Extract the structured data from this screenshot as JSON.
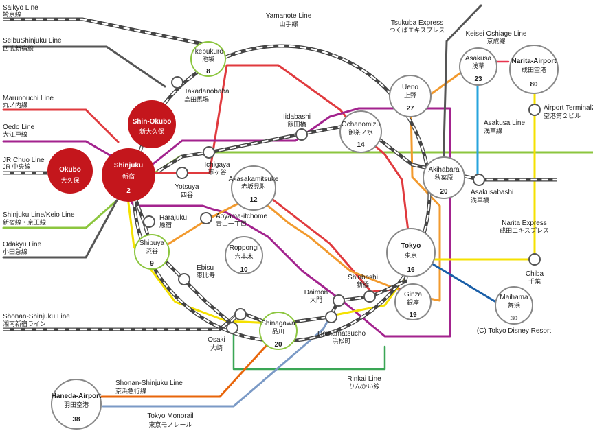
{
  "colors": {
    "yamanote": "#555555",
    "chuo": "#8cc63f",
    "marunouchi": "#e03a3e",
    "oedo": "#a3238e",
    "shinjuku_keio": "#8cc63f",
    "odakyu": "#444444",
    "asakusa": "#e8344e",
    "ginza": "#f29a2e",
    "hibiya": "#a0a0a0",
    "rinkai": "#3aa655",
    "keikyu": "#e8650a",
    "monorail": "#7b9ac6",
    "narita_express": "#f5e100",
    "tsukuba": "#444444",
    "keisei_oshiage": "#d7457e",
    "toei_asakusa_blue": "#27a4dd",
    "keiyo": "#1a5fa8",
    "station_green": "#8cc63f",
    "station_red": "#c4161c"
  },
  "lines": {
    "saikyo": {
      "en": "Saikyo Line",
      "jp": "埼京線"
    },
    "seibu_shinjuku": {
      "en": "SeibuShinjuku Line",
      "jp": "西武新宿線"
    },
    "marunouchi": {
      "en": "Marunouchi Line",
      "jp": "丸ノ内線"
    },
    "oedo": {
      "en": "Oedo Line",
      "jp": "大江戸線"
    },
    "jr_chuo": {
      "en": "JR Chuo Line",
      "jp": "JR 中央線"
    },
    "shinjuku_keio": {
      "en": "Shinjuku Line/Keio Line",
      "jp": "新宿線・京王線"
    },
    "odakyu": {
      "en": "Odakyu Line",
      "jp": "小田急線"
    },
    "shonan_shinjuku": {
      "en": "Shonan-Shinjuku Line",
      "jp": "湘南新宿ライン"
    },
    "yamanote": {
      "en": "Yamanote Line",
      "jp": "山手線"
    },
    "tsukuba": {
      "en": "Tsukuba Express",
      "jp": "つくばエキスプレス"
    },
    "keisei_oshiage": {
      "en": "Keisei Oshiage Line",
      "jp": "京成線"
    },
    "asakusa": {
      "en": "Asakusa Line",
      "jp": "浅草線"
    },
    "narita_express": {
      "en": "Narita Express",
      "jp": "成田エキスプレス"
    },
    "rinkai": {
      "en": "Rinkai Line",
      "jp": "りんかい線"
    },
    "keikyu": {
      "en": "Shonan-Shinjuku Line",
      "jp": "京浜急行線"
    },
    "monorail": {
      "en": "Tokyo Monorail",
      "jp": "東京モノレール"
    }
  },
  "stations": {
    "shinjuku": {
      "en": "Shinjuku",
      "jp": "新宿",
      "num": "2"
    },
    "shin_okubo": {
      "en": "Shin-Okubo",
      "jp": "新大久保"
    },
    "okubo": {
      "en": "Okubo",
      "jp": "大久保"
    },
    "ikebukuro": {
      "en": "Ikebukuro",
      "jp": "池袋",
      "num": "8"
    },
    "takadanobaba": {
      "en": "Takadanobaba",
      "jp": "高田馬場"
    },
    "iidabashi": {
      "en": "Iidabashi",
      "jp": "飯田橋"
    },
    "ichigaya": {
      "en": "Ichigaya",
      "jp": "市ヶ谷"
    },
    "yotsuya": {
      "en": "Yotsuya",
      "jp": "四谷"
    },
    "akasakamitsuke": {
      "en": "Akasakamitsuke",
      "jp": "赤坂見附",
      "num": "12"
    },
    "harajuku": {
      "en": "Harajuku",
      "jp": "原宿"
    },
    "aoyama": {
      "en": "Aoyama-itchome",
      "jp": "青山一丁目"
    },
    "roppongi": {
      "en": "Roppongi",
      "jp": "六本木",
      "num": "10"
    },
    "shibuya": {
      "en": "Shibuya",
      "jp": "渋谷",
      "num": "9"
    },
    "ebisu": {
      "en": "Ebisu",
      "jp": "恵比寿"
    },
    "osaki": {
      "en": "Osaki",
      "jp": "大崎"
    },
    "shinagawa": {
      "en": "Shinagawa",
      "jp": "品川",
      "num": "20"
    },
    "daimon": {
      "en": "Daimon",
      "jp": "大門"
    },
    "hamamatsucho": {
      "en": "Hamamatsucho",
      "jp": "浜松町"
    },
    "shinbashi": {
      "en": "Shinbashi",
      "jp": "新橋"
    },
    "ginza": {
      "en": "Ginza",
      "jp": "銀座",
      "num": "19"
    },
    "tokyo": {
      "en": "Tokyo",
      "jp": "東京",
      "num": "16"
    },
    "ochanomizu": {
      "en": "Ochanomizu",
      "jp": "御茶ノ水",
      "num": "14"
    },
    "ueno": {
      "en": "Ueno",
      "jp": "上野",
      "num": "27"
    },
    "akihabara": {
      "en": "Akihabara",
      "jp": "秋葉原",
      "num": "20"
    },
    "asakusa": {
      "en": "Asakusa",
      "jp": "浅草",
      "num": "23"
    },
    "narita": {
      "en": "Narita-Airport",
      "jp": "成田空港",
      "num": "80"
    },
    "narita_t2": {
      "en": "Airport Terminal2",
      "jp": "空港第２ビル"
    },
    "asakusabashi": {
      "en": "Asakusabashi",
      "jp": "浅草橋"
    },
    "chiba": {
      "en": "Chiba",
      "jp": "千葉"
    },
    "maihama": {
      "en": "Maihama",
      "jp": "舞浜",
      "num": "30"
    },
    "haneda": {
      "en": "Haneda-Airport",
      "jp": "羽田空港",
      "num": "38"
    }
  },
  "credit": "(C) Tokyo Disney Resort"
}
